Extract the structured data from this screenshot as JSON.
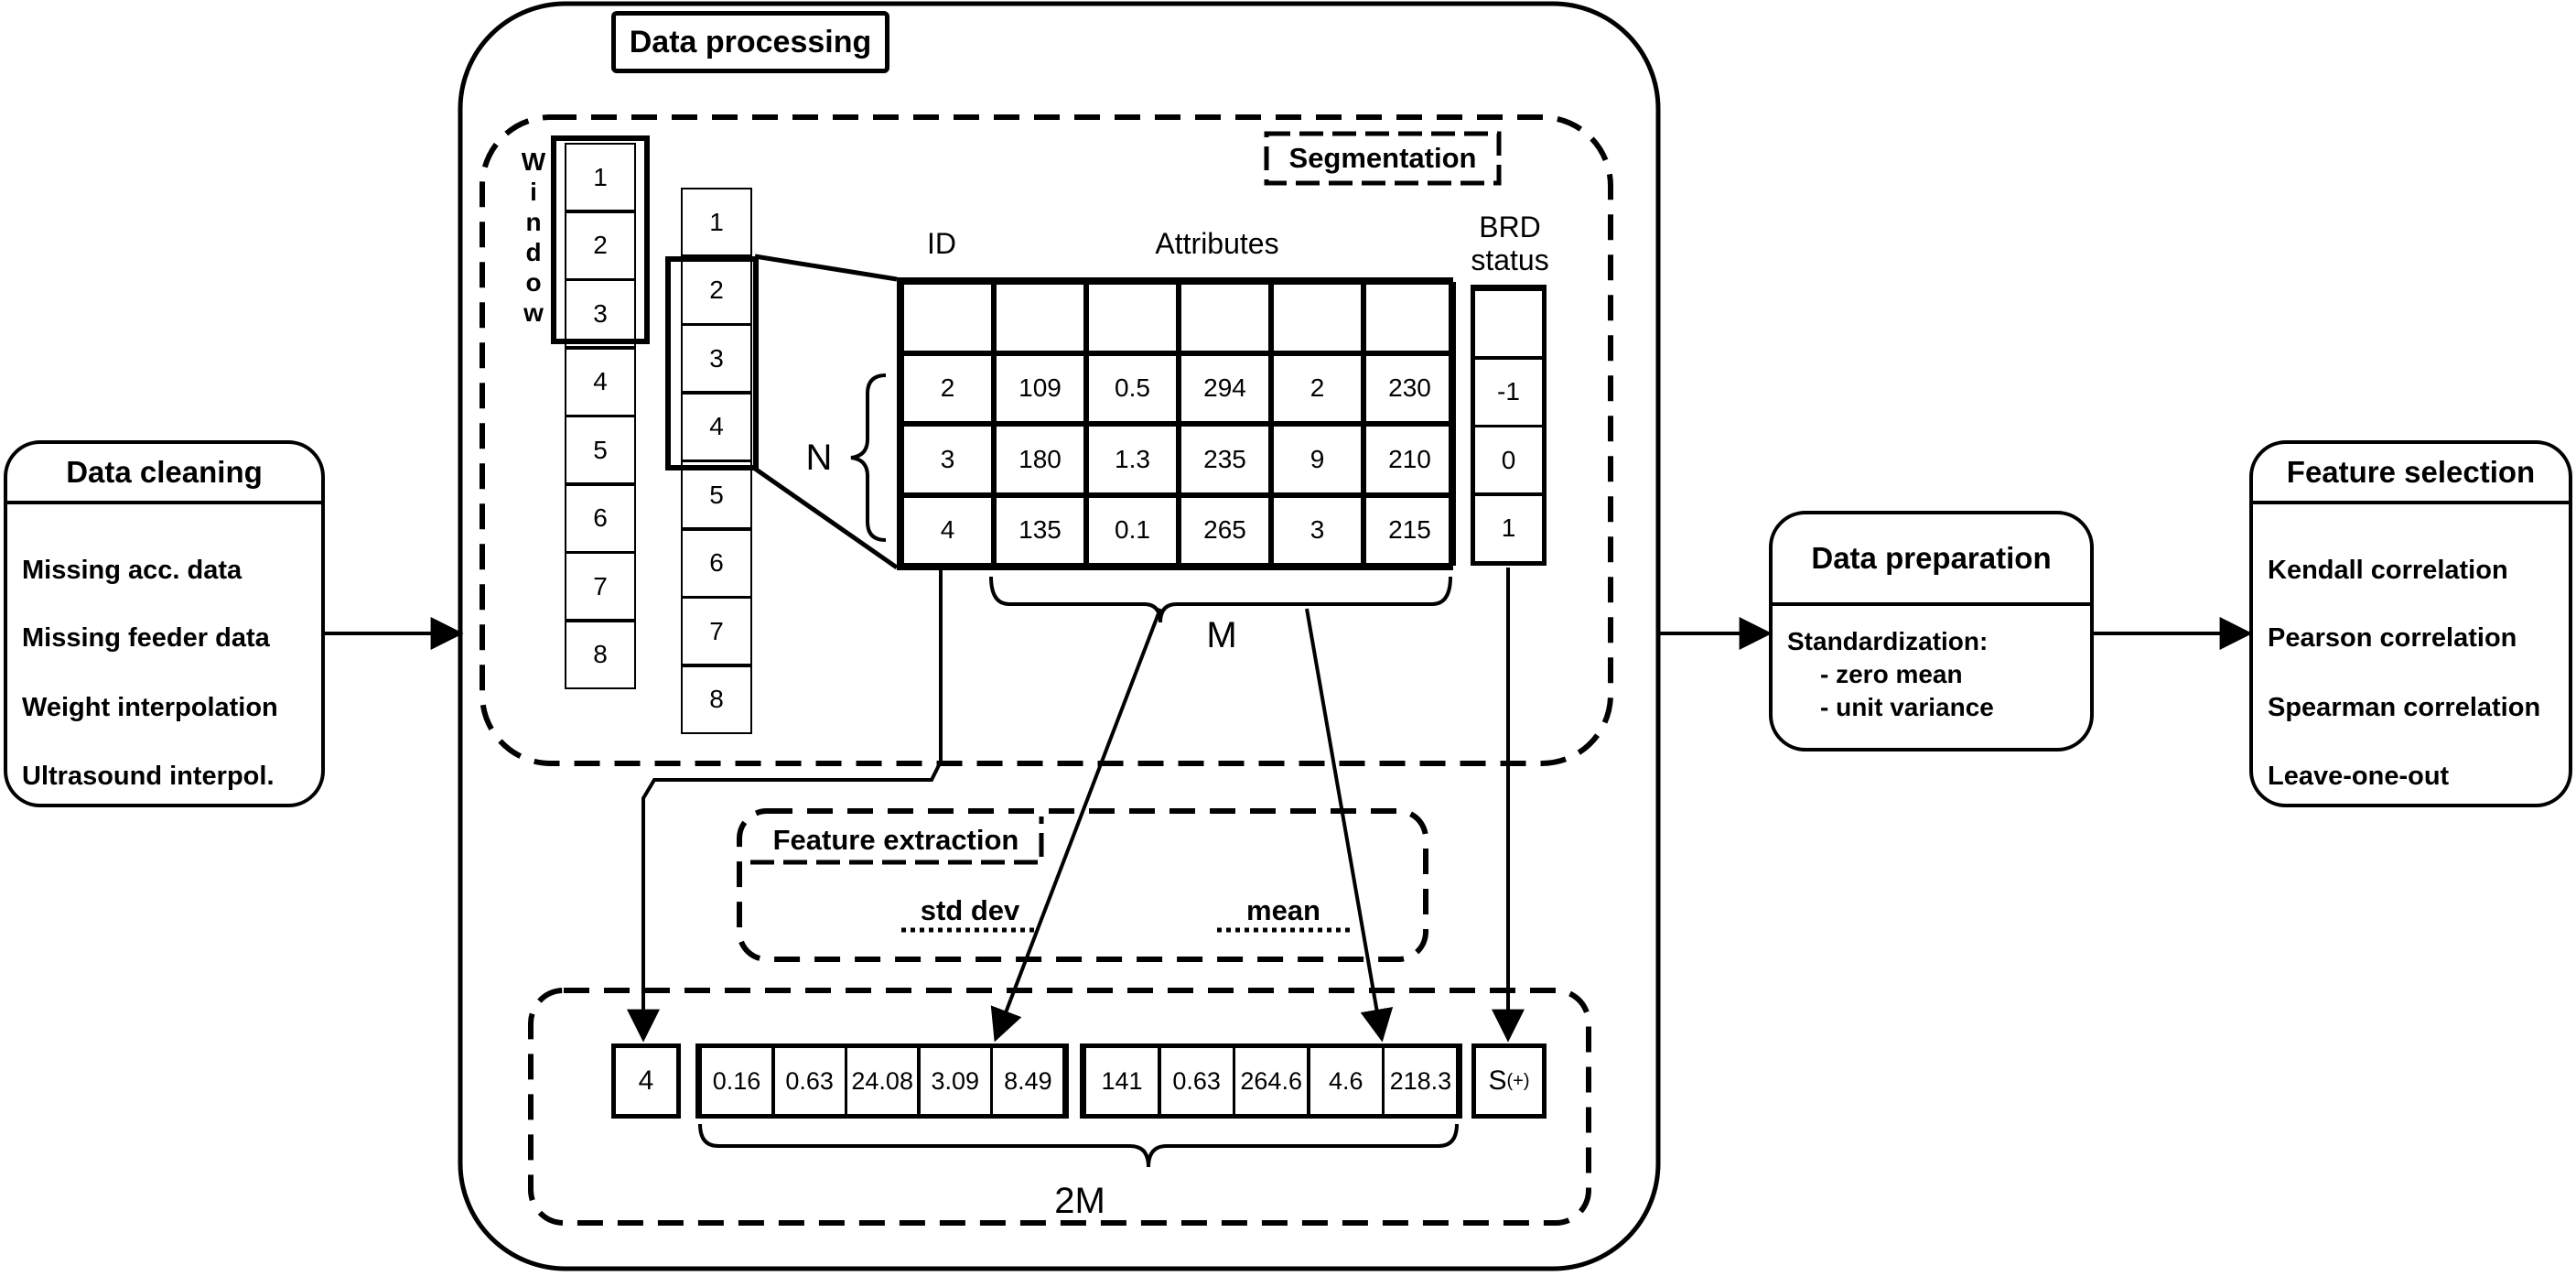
{
  "processing": {
    "title": "Data processing",
    "segmentation": "Segmentation",
    "feature_extraction": "Feature extraction",
    "std_dev": "std dev",
    "mean": "mean"
  },
  "window": {
    "letters": [
      "W",
      "i",
      "n",
      "d",
      "o",
      "w"
    ]
  },
  "sequence_1": [
    "1",
    "2",
    "3",
    "4",
    "5",
    "6",
    "7",
    "8"
  ],
  "sequence_2": [
    "1",
    "2",
    "3",
    "4",
    "5",
    "6",
    "7",
    "8"
  ],
  "table": {
    "id_header": "ID",
    "attributes_header": "Attributes",
    "status_header_1": "BRD",
    "status_header_2": "status",
    "rows": [
      [
        "",
        "",
        "",
        "",
        "",
        ""
      ],
      [
        "2",
        "109",
        "0.5",
        "294",
        "2",
        "230"
      ],
      [
        "3",
        "180",
        "1.3",
        "235",
        "9",
        "210"
      ],
      [
        "4",
        "135",
        "0.1",
        "265",
        "3",
        "215"
      ]
    ],
    "status": [
      "",
      "-1",
      "0",
      "1"
    ]
  },
  "labels": {
    "n": "N",
    "m": "M",
    "two_m": "2M"
  },
  "output": {
    "id": "4",
    "std_values": [
      "0.16",
      "0.63",
      "24.08",
      "3.09",
      "8.49"
    ],
    "mean_values": [
      "141",
      "0.63",
      "264.6",
      "4.6",
      "218.3"
    ],
    "status_symbol": "S",
    "status_sup": "(+)"
  },
  "cleaning": {
    "title": "Data cleaning",
    "items": [
      "Missing acc. data",
      "Missing feeder data",
      "Weight interpolation",
      "Ultrasound interpol."
    ]
  },
  "preparation": {
    "title": "Data preparation",
    "heading": "Standardization:",
    "items": [
      "- zero mean",
      "- unit variance"
    ]
  },
  "selection": {
    "title": "Feature selection",
    "items": [
      "Kendall correlation",
      "Pearson correlation",
      "Spearman correlation",
      "Leave-one-out"
    ]
  }
}
